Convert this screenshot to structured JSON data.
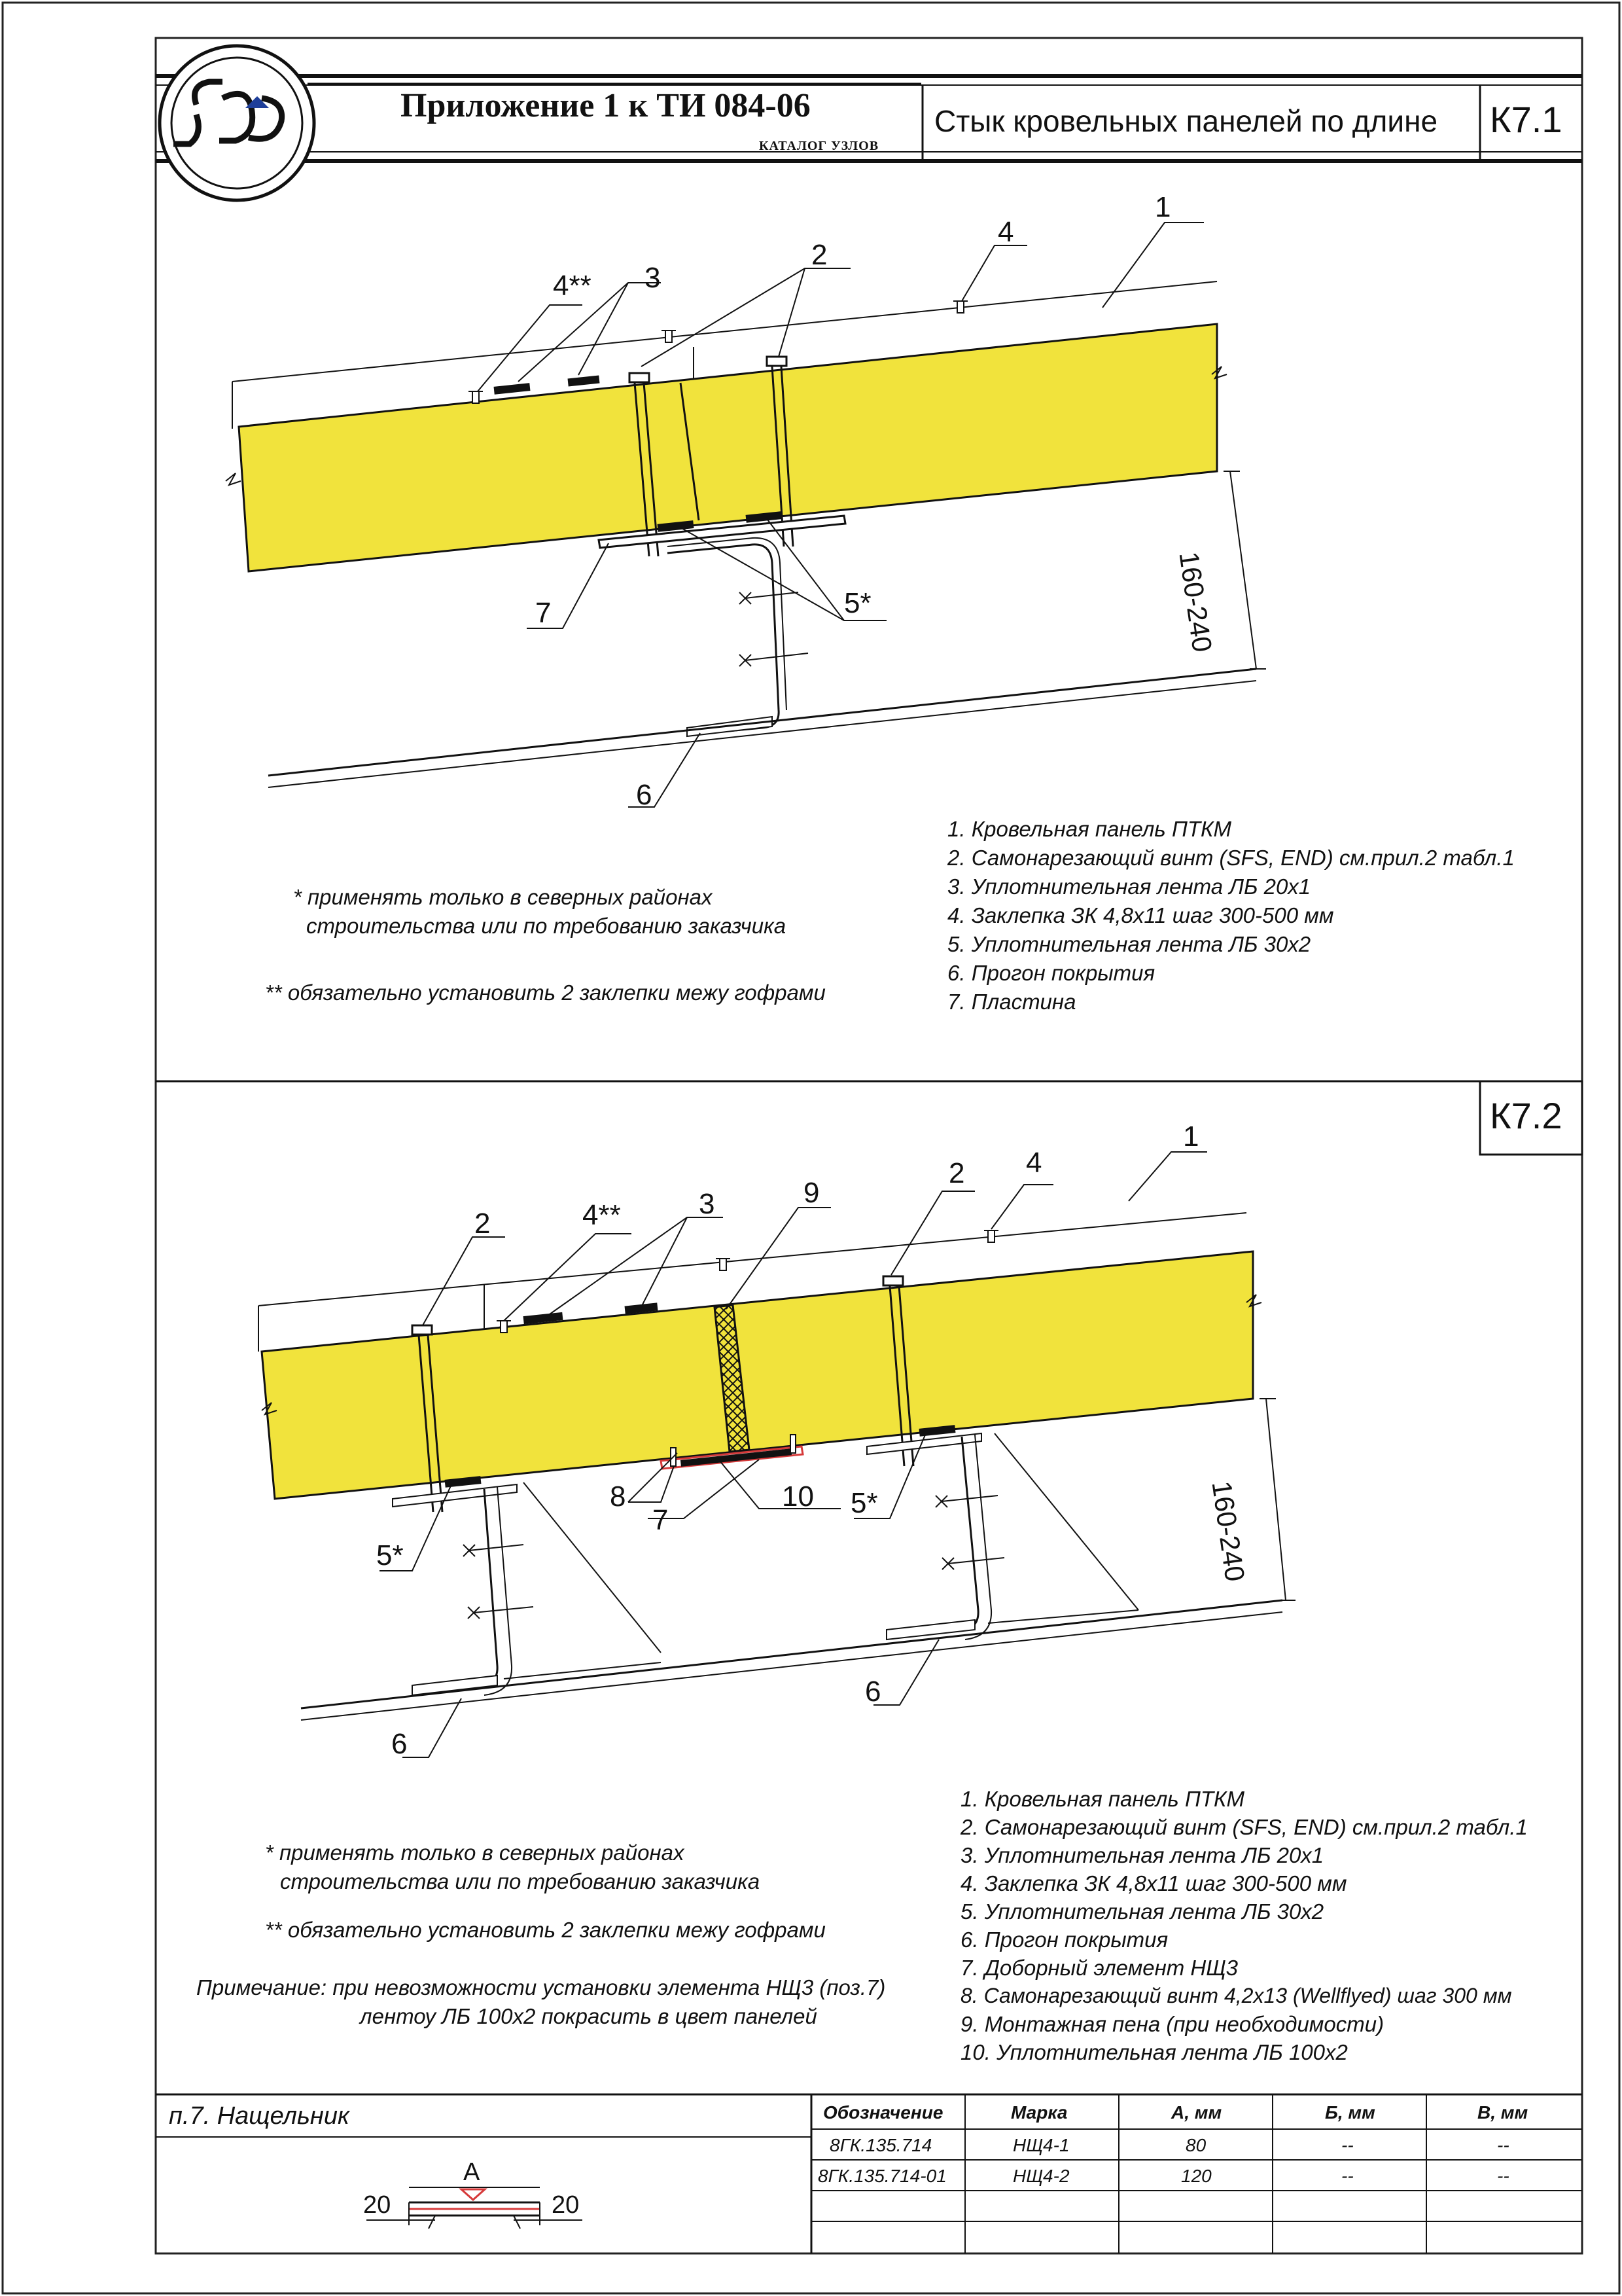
{
  "header": {
    "appendix_title": "Приложение 1 к ТИ 084-06",
    "catalog_label": "КАТАЛОГ УЗЛОВ",
    "sheet_title": "Стык кровельных панелей по длине"
  },
  "k71": {
    "code": "К7.1",
    "dimension": "160-240",
    "callouts": [
      "1",
      "2",
      "3",
      "4",
      "4**",
      "5*",
      "6",
      "7"
    ],
    "legend": [
      "1. Кровельная панель ПТКМ",
      "2. Самонарезающий винт (SFS, END) см.прил.2 табл.1",
      "3. Уплотнительная лента ЛБ 20х1",
      "4. Заклепка ЗК 4,8х11 шаг 300-500 мм",
      "5. Уплотнительная лента ЛБ 30х2",
      "6. Прогон покрытия",
      "7. Пластина"
    ],
    "notes": {
      "star_line1": "* применять только в северных районах",
      "star_line2": "строительства или по требованию заказчика",
      "double_star": "** обязательно установить 2 заклепки межу гофрами"
    }
  },
  "k72": {
    "code": "К7.2",
    "dimension": "160-240",
    "callouts": [
      "1",
      "2",
      "3",
      "4",
      "4**",
      "5*",
      "6",
      "7",
      "8",
      "9",
      "10"
    ],
    "legend": [
      "1. Кровельная панель ПТКМ",
      "2. Самонарезающий винт (SFS, END) см.прил.2 табл.1",
      "3. Уплотнительная лента ЛБ 20х1",
      "4. Заклепка ЗК 4,8х11 шаг 300-500 мм",
      "5. Уплотнительная лента ЛБ 30х2",
      "6. Прогон покрытия",
      "7. Доборный элемент НЩ3",
      "8. Самонарезающий винт 4,2х13 (Wellflyed) шаг 300 мм",
      "9. Монтажная пена (при необходимости)",
      "10. Уплотнительная лента ЛБ 100х2"
    ],
    "notes": {
      "star_line1": "* применять только в северных районах",
      "star_line2": "строительства или по требованию заказчика",
      "double_star": "** обязательно установить 2 заклепки межу гофрами",
      "remark_line1": "Примечание: при невозможности установки элемента НЩ3 (поз.7)",
      "remark_line2": "лентоу ЛБ 100х2 покрасить в цвет панелей"
    }
  },
  "flashing": {
    "title": "п.7.  Нащельник",
    "dim_a": "A",
    "dim_left": "20",
    "dim_right": "20"
  },
  "spec_table": {
    "headers": [
      "Обозначение",
      "Марка",
      "A, мм",
      "Б, мм",
      "В, мм"
    ],
    "rows": [
      [
        "8ГК.135.714",
        "НЩ4-1",
        "80",
        "--",
        "--"
      ],
      [
        "8ГК.135.714-01",
        "НЩ4-2",
        "120",
        "--",
        "--"
      ],
      [
        "",
        "",
        "",
        "",
        ""
      ],
      [
        "",
        "",
        "",
        "",
        ""
      ],
      [
        "",
        "",
        "",
        "",
        ""
      ]
    ]
  },
  "colors": {
    "insulation": "#f1e33c",
    "line": "#111111",
    "logo_accent": "#1f3f9a",
    "seal_red": "#d63a3a"
  }
}
